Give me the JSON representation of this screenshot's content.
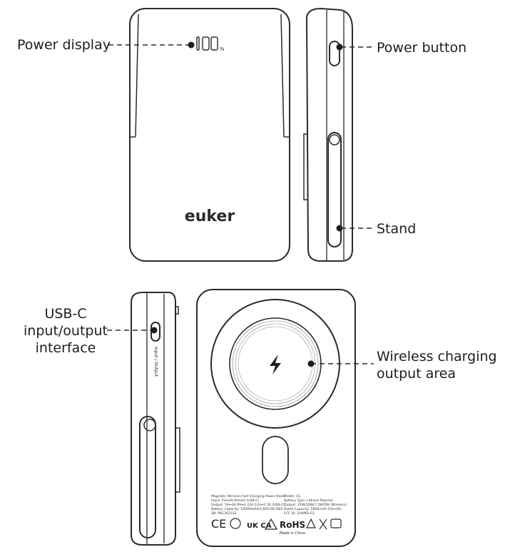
{
  "callouts": {
    "power_display": "Power display",
    "power_button": "Power button",
    "stand": "Stand",
    "usb_c_line1": "USB-C",
    "usb_c_line2": "input/output",
    "usb_c_line3": "interface",
    "wireless_line1": "Wireless charging",
    "wireless_line2": "output area"
  },
  "device": {
    "brand": "euker",
    "display_digits": "100",
    "display_unit": "%",
    "port_side_text": "Input / Output"
  },
  "label_plate": {
    "col1": [
      "Magnetic Wireless Fast Charging Power Bank",
      "Input: 5V⎓3A,9V⎓2A (USB-C)",
      "Output: 5V⎓3A,9V⎓2.22A,12V⎓1.5A (USB-C)",
      "Battery Capacity: 10000mAh/3.85V/38.5Wh",
      "SN: PK1302312"
    ],
    "col2": [
      "Model: 1G",
      "Battery Type: Lithium Polymer",
      "Output: 15W/10W/7.5W/5W (Wireless)",
      "Rated Capacity: 5800mAh (5V⎓3A)",
      "FCC ID: 2A4MD-G1"
    ],
    "marks": [
      "CE",
      "UK CA",
      "RoHS"
    ],
    "made_in": "Made in China"
  },
  "colors": {
    "stroke": "#2b2b2b",
    "text": "#1e1e1e"
  }
}
